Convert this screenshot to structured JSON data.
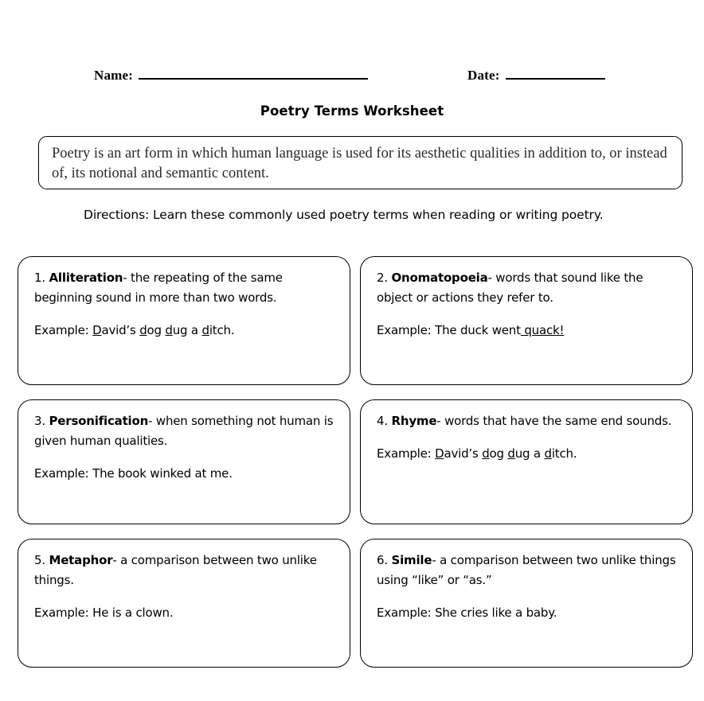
{
  "header": {
    "name_label": "Name:",
    "name_value": "",
    "date_label": "Date:",
    "date_value": ""
  },
  "title": "Poetry Terms Worksheet",
  "description": "Poetry is an art form in which human language is used for its aesthetic qualities in addition to, or instead of, its notional and semantic content.",
  "directions": "Directions: Learn these commonly used poetry terms when reading or writing poetry.",
  "example_label": "Example:",
  "terms": [
    {
      "number": "1.",
      "term": "Alliteration",
      "definition": "- the repeating of the same beginning sound in more than two words.",
      "example_text": "David’s dog dug a ditch.",
      "example_parts": [
        {
          "text": "D",
          "underline": true
        },
        {
          "text": "avid’s ",
          "underline": false
        },
        {
          "text": "d",
          "underline": true
        },
        {
          "text": "og ",
          "underline": false
        },
        {
          "text": "d",
          "underline": true
        },
        {
          "text": "ug a ",
          "underline": false
        },
        {
          "text": "d",
          "underline": true
        },
        {
          "text": "itch.",
          "underline": false
        }
      ]
    },
    {
      "number": "2.",
      "term": "Onomatopoeia",
      "definition": "- words that sound like the object or actions they refer to.",
      "example_text": "The duck went quack!",
      "example_parts": [
        {
          "text": "The duck went",
          "underline": false
        },
        {
          "text": " quack!",
          "underline": true
        }
      ]
    },
    {
      "number": "3.",
      "term": "Personification",
      "definition": "- when something not human is given human qualities.",
      "example_text": "The book winked at me.",
      "example_parts": [
        {
          "text": "The book winked at me.",
          "underline": false
        }
      ]
    },
    {
      "number": "4.",
      "term": "Rhyme",
      "definition": "- words that have the same end sounds.",
      "example_text": "David’s dog dug a ditch.",
      "example_parts": [
        {
          "text": "D",
          "underline": true
        },
        {
          "text": "avid’s ",
          "underline": false
        },
        {
          "text": "d",
          "underline": true
        },
        {
          "text": "og ",
          "underline": false
        },
        {
          "text": "d",
          "underline": true
        },
        {
          "text": "ug a ",
          "underline": false
        },
        {
          "text": "d",
          "underline": true
        },
        {
          "text": "itch.",
          "underline": false
        }
      ]
    },
    {
      "number": "5.",
      "term": "Metaphor",
      "definition": "- a comparison between two unlike things.",
      "example_text": "He is a clown.",
      "example_parts": [
        {
          "text": "He is a clown.",
          "underline": false
        }
      ]
    },
    {
      "number": "6.",
      "term": "Simile",
      "definition": "- a comparison between two unlike things using “like” or “as.”",
      "example_text": "She cries like a baby.",
      "example_parts": [
        {
          "text": "She cries like a baby.",
          "underline": false
        }
      ]
    }
  ]
}
